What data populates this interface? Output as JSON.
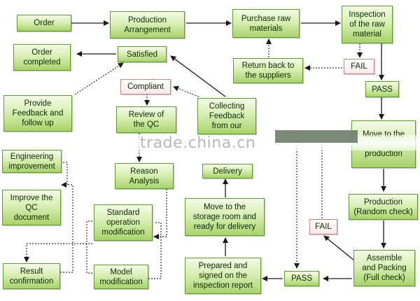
{
  "nodes": {
    "order": "Order",
    "production_arrangement": "Production\nArrangement",
    "purchase_raw_materials": "Purchase raw\nmaterials",
    "inspection_raw_material": "Inspection\nof the raw\nmaterial",
    "order_completed": "Order\ncompleted",
    "satisfied": "Satisfied",
    "return_back_suppliers": "Return back to\nthe suppliers",
    "fail_top": "FAIL",
    "pass_top": "PASS",
    "provide_feedback": "Provide\nFeedback and\nfollow up",
    "compliant": "Compliant",
    "review_qc": "Review of\nthe QC",
    "collecting_feedback": "Collecting\nFeedback\nfrom our",
    "move_to_production": "Move to the\n\nproduction",
    "engineering_improvement": "Engineering\nimprovement",
    "reason_analysis": "Reason\nAnalysis",
    "delivery": "Delivery",
    "improve_qc_document": "Improve the\nQC\ndocument",
    "standard_operation_modification": "Standard\noperation\nmodification",
    "move_storage_room": "Move to the\nstorage room and\nready for delivery",
    "production_random_check": "Production\n(Random check)",
    "fail_bottom": "FAIL",
    "result_confirmation": "Result\nconfirmation",
    "model_modification": "Model\nmodification",
    "prepared_signed": "Prepared and\nsigned on the\ninspection report",
    "pass_bottom": "PASS",
    "assemble_packing": "Assemble\nand Packing\n(Full check)"
  },
  "watermark": "trade.china.cn",
  "colors": {
    "node_top": "#f4fbe7",
    "node_bottom": "#a8d36b",
    "node_border": "#5f9a2c",
    "fail_border": "#cc8888",
    "arrow": "#1a1a1a"
  }
}
